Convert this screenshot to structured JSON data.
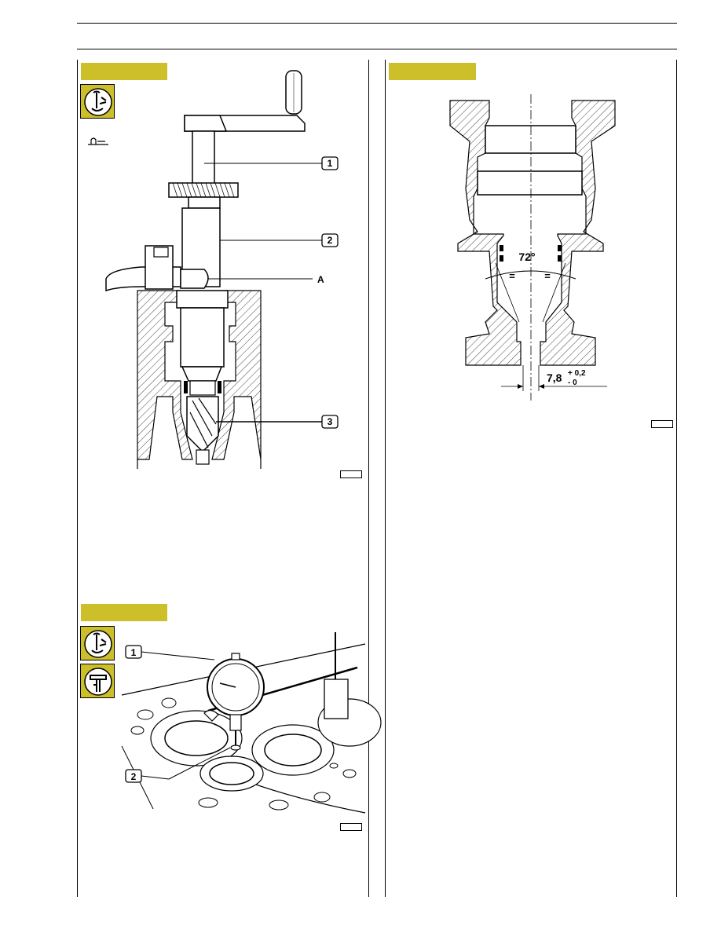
{
  "figures": {
    "fig1": {
      "labels": {
        "one": "1",
        "two": "2",
        "a": "A",
        "three": "3"
      }
    },
    "fig2": {
      "labels": {
        "angle": "72°",
        "equal_left": "=",
        "equal_right": "=",
        "dim_main": "7,8",
        "tol_plus": "+ 0,2",
        "tol_minus": "- 0"
      }
    },
    "fig3": {
      "labels": {
        "one": "1",
        "two": "2"
      }
    }
  },
  "colors": {
    "accent": "#cdbf2a",
    "hatch": "#444444"
  },
  "icons": [
    "assembly-tool-icon",
    "reaming-icon",
    "measure-icon"
  ]
}
